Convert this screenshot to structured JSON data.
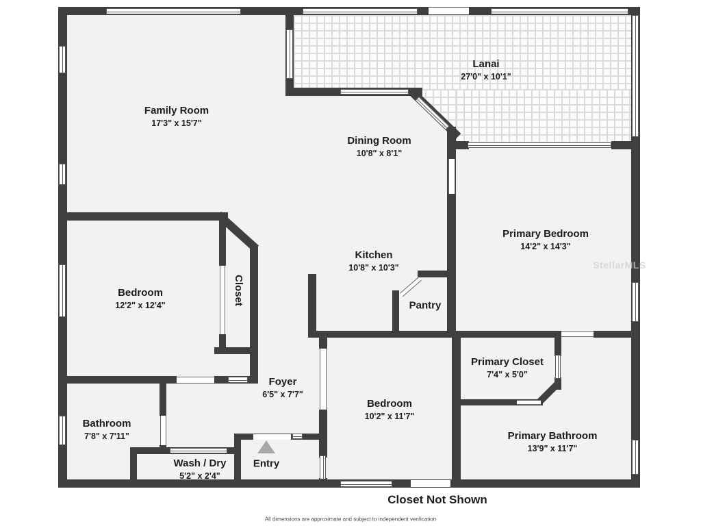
{
  "plan": {
    "rooms": [
      {
        "name": "Family Room",
        "dims": "17'3\" x 15'7\""
      },
      {
        "name": "Lanai",
        "dims": "27'0\" x 10'1\""
      },
      {
        "name": "Dining Room",
        "dims": "10'8\" x 8'1\""
      },
      {
        "name": "Primary Bedroom",
        "dims": "14'2\" x 14'3\""
      },
      {
        "name": "Kitchen",
        "dims": "10'8\" x 10'3\""
      },
      {
        "name": "Pantry",
        "dims": ""
      },
      {
        "name": "Bedroom",
        "dims": "12'2\" x 12'4\""
      },
      {
        "name": "Closet",
        "dims": ""
      },
      {
        "name": "Foyer",
        "dims": "6'5\" x 7'7\""
      },
      {
        "name": "Bathroom",
        "dims": "7'8\" x 7'11\""
      },
      {
        "name": "Wash / Dry",
        "dims": "5'2\" x 2'4\""
      },
      {
        "name": "Bedroom",
        "dims": "10'2\" x 11'7\""
      },
      {
        "name": "Primary Closet",
        "dims": "7'4\" x 5'0\""
      },
      {
        "name": "Primary Bathroom",
        "dims": "13'9\" x 11'7\""
      }
    ],
    "entry_label": "Entry",
    "note": "Closet Not Shown",
    "disclaimer": "All dimensions are approximate and subject to independent verification",
    "watermark": "StellarMLS",
    "colors": {
      "wall": "#3f3f3f",
      "floor": "#f1f2f2",
      "tile_grout": "#dcdcdc",
      "entry_arrow": "#a8a8a8",
      "text": "#1c1c1c"
    }
  }
}
